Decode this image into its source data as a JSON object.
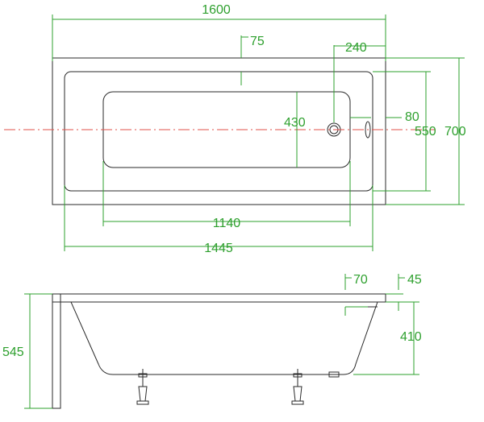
{
  "colors": {
    "dimension": "#2ea02e",
    "outline": "#2a2a2a",
    "centerline": "#e0504a",
    "background": "#ffffff"
  },
  "top_view": {
    "overall_length": "1600",
    "rim_offset_top": "75",
    "drain_offset": "240",
    "inner_width_basin": "430",
    "rim_to_overflow": "80",
    "inner_width_rim": "550",
    "overall_width": "700",
    "basin_length": "1140",
    "inner_length": "1445"
  },
  "side_view": {
    "overall_height": "545",
    "rim_offset": "70",
    "rim_thickness": "45",
    "basin_depth": "410"
  }
}
